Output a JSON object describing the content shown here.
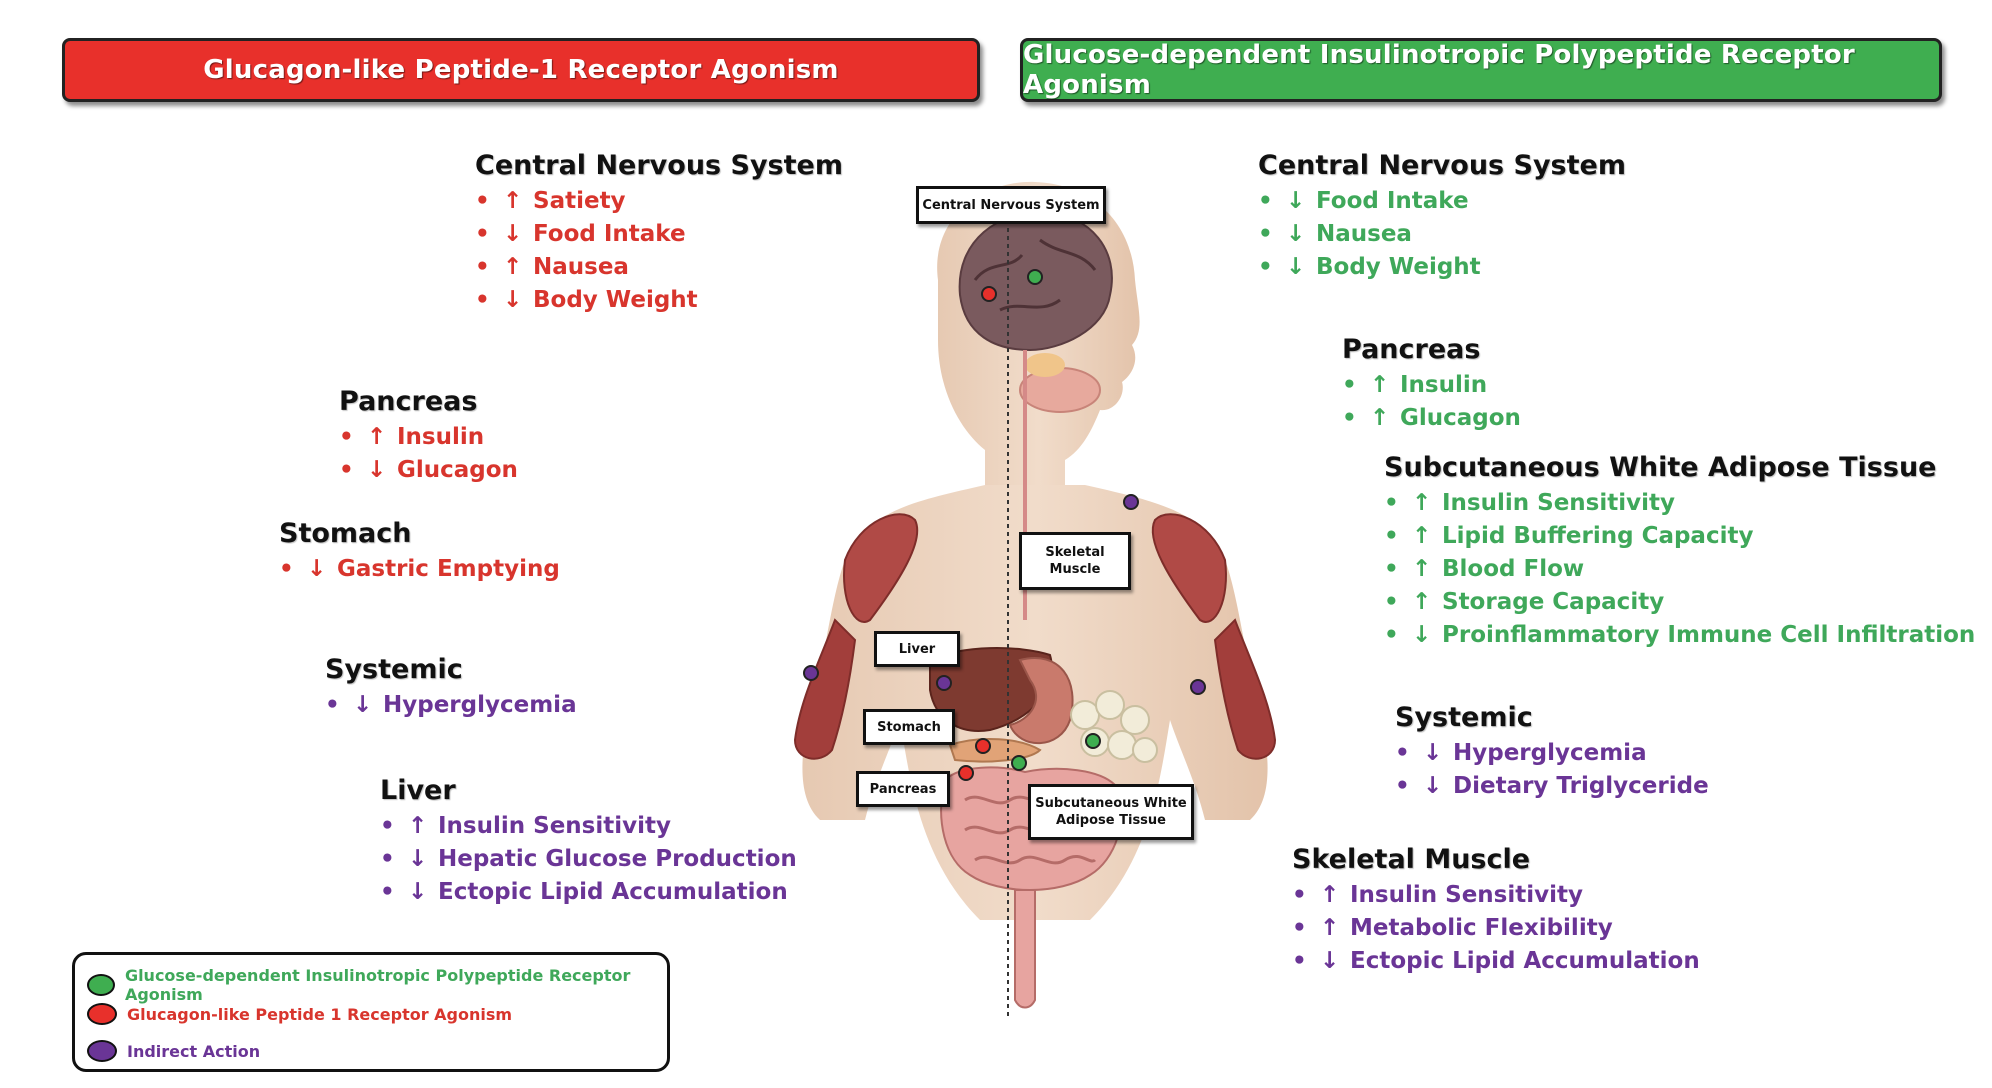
{
  "banners": {
    "left": "Glucagon-like Peptide-1 Receptor Agonism",
    "right": "Glucose-dependent Insulinotropic Polypeptide Receptor Agonism"
  },
  "colors": {
    "glp1": "#d8352d",
    "gip": "#3fa85a",
    "indirect": "#6a3596"
  },
  "left_blocks": {
    "cns": {
      "title": "Central Nervous System",
      "items": [
        {
          "arrow": "↑",
          "text": "Satiety"
        },
        {
          "arrow": "↓",
          "text": "Food Intake"
        },
        {
          "arrow": "↑",
          "text": "Nausea"
        },
        {
          "arrow": "↓",
          "text": "Body Weight"
        }
      ]
    },
    "pancreas": {
      "title": "Pancreas",
      "items": [
        {
          "arrow": "↑",
          "text": "Insulin"
        },
        {
          "arrow": "↓",
          "text": "Glucagon"
        }
      ]
    },
    "stomach": {
      "title": "Stomach",
      "items": [
        {
          "arrow": "↓",
          "text": "Gastric Emptying"
        }
      ]
    },
    "systemic": {
      "title": "Systemic",
      "items": [
        {
          "arrow": "↓",
          "text": "Hyperglycemia"
        }
      ]
    },
    "liver": {
      "title": "Liver",
      "items": [
        {
          "arrow": "↑",
          "text": "Insulin Sensitivity"
        },
        {
          "arrow": "↓",
          "text": "Hepatic Glucose Production"
        },
        {
          "arrow": "↓",
          "text": "Ectopic Lipid Accumulation"
        }
      ]
    }
  },
  "right_blocks": {
    "cns": {
      "title": "Central Nervous System",
      "items": [
        {
          "arrow": "↓",
          "text": "Food Intake"
        },
        {
          "arrow": "↓",
          "text": "Nausea"
        },
        {
          "arrow": "↓",
          "text": "Body Weight"
        }
      ]
    },
    "pancreas": {
      "title": "Pancreas",
      "items": [
        {
          "arrow": "↑",
          "text": "Insulin"
        },
        {
          "arrow": "↑",
          "text": "Glucagon"
        }
      ]
    },
    "swat": {
      "title": "Subcutaneous White Adipose Tissue",
      "items": [
        {
          "arrow": "↑",
          "text": "Insulin Sensitivity"
        },
        {
          "arrow": "↑",
          "text": "Lipid Buffering Capacity"
        },
        {
          "arrow": "↑",
          "text": "Blood Flow"
        },
        {
          "arrow": "↑",
          "text": "Storage Capacity"
        },
        {
          "arrow": "↓",
          "text": "Proinflammatory Immune Cell Infiltration"
        }
      ]
    },
    "systemic": {
      "title": "Systemic",
      "items": [
        {
          "arrow": "↓",
          "text": "Hyperglycemia"
        },
        {
          "arrow": "↓",
          "text": "Dietary Triglyceride"
        }
      ]
    },
    "muscle": {
      "title": "Skeletal Muscle",
      "items": [
        {
          "arrow": "↑",
          "text": "Insulin Sensitivity"
        },
        {
          "arrow": "↑",
          "text": "Metabolic Flexibility"
        },
        {
          "arrow": "↓",
          "text": "Ectopic Lipid Accumulation"
        }
      ]
    }
  },
  "figure_labels": {
    "cns": "Central Nervous System",
    "muscle_line1": "Skeletal",
    "muscle_line2": "Muscle",
    "liver": "Liver",
    "stomach": "Stomach",
    "pancreas": "Pancreas",
    "swat_line1": "Subcutaneous White",
    "swat_line2": "Adipose Tissue"
  },
  "legend": {
    "gip": "Glucose-dependent Insulinotropic Polypeptide Receptor Agonism",
    "glp1": "Glucagon-like Peptide 1 Receptor Agonism",
    "indirect": "Indirect Action"
  }
}
